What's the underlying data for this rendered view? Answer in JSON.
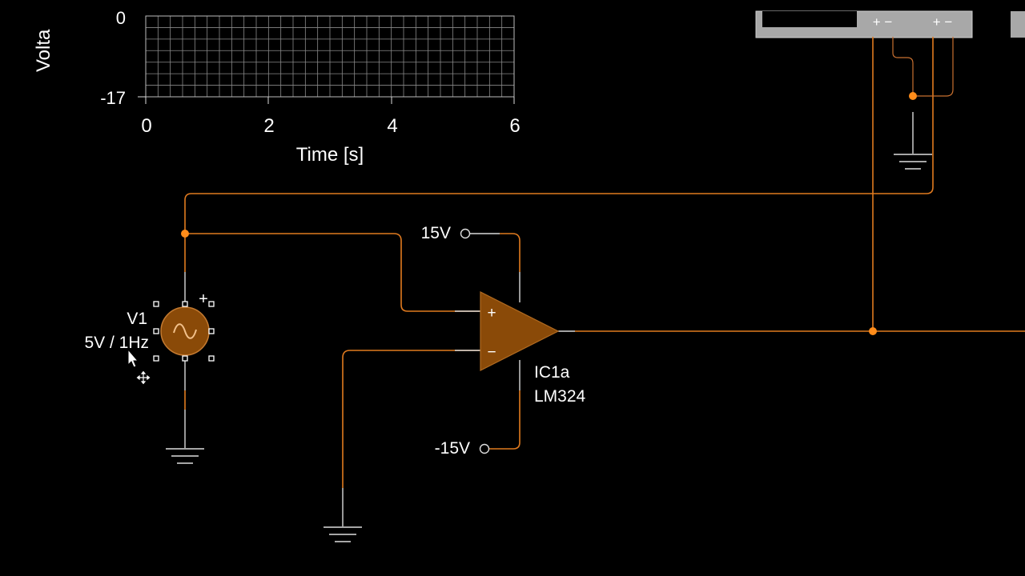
{
  "plot": {
    "ylabel_fragment": "Volta",
    "y_top_label": "0",
    "y_bottom_label": "-17",
    "x_ticks": [
      "0",
      "2",
      "4",
      "6"
    ],
    "xlabel": "Time [s]"
  },
  "meter": {
    "left_terminals": "+ −",
    "right_terminals": "+ −"
  },
  "source": {
    "name": "V1",
    "value": "5V / 1Hz",
    "plus_mark": "+"
  },
  "opamp": {
    "ref": "IC1a",
    "part": "LM324",
    "in_plus": "+",
    "in_minus": "−",
    "v_pos": "15V",
    "v_neg": "-15V"
  },
  "colors": {
    "wire": "#e07a1f",
    "component_fill": "#8a4a08",
    "background": "#000000"
  }
}
